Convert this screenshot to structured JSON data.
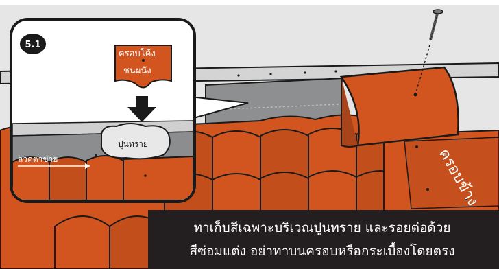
{
  "step_badge": "5.1",
  "inset": {
    "curved_cap_label_line1": "ครอบโค้ง",
    "curved_cap_label_line2": "ชนผนัง",
    "mortar_label": "ปูนทราย",
    "mesh_label": "ลวดตาข่าย"
  },
  "ridge_side_label": "ครอบข้าง",
  "caption": {
    "line1": "ทาเก็บสีเฉพาะบริเวณปูนทราย และรอยต่อด้วย",
    "line2": "สีซ่อมแต่ง อย่าทาบนครอบหรือกระเบื้องโดยตรง"
  },
  "colors": {
    "tile": "#d2551f",
    "tile_dark": "#a9431a",
    "outline": "#1a1a1a",
    "underlay": "#8b8d8e",
    "flashing": "#c8c8c8",
    "caption_bg": "#231f20",
    "caption_text": "#ffffff"
  }
}
